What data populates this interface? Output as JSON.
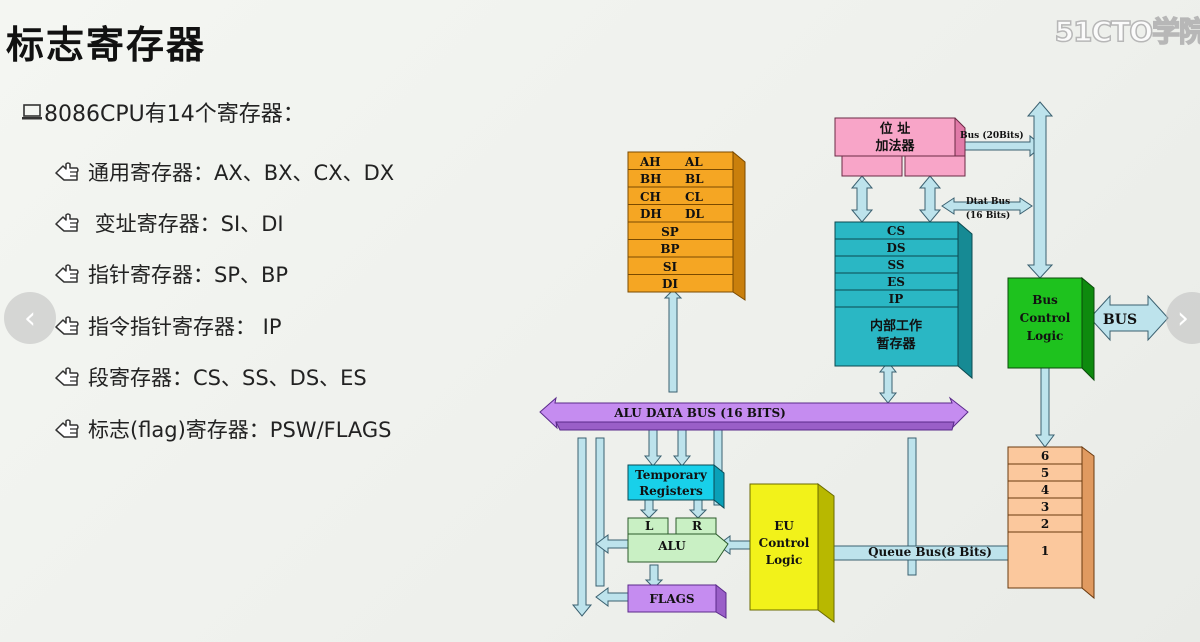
{
  "title": "标志寄存器",
  "watermark": "51CTO学院",
  "heading": "8086CPU有14个寄存器：",
  "items": [
    "通用寄存器：AX、BX、CX、DX",
    " 变址寄存器：SI、DI",
    "指针寄存器：SP、BP",
    "指令指针寄存器： IP",
    "段寄存器：CS、SS、DS、ES",
    "标志(flag)寄存器：PSW/FLAGS"
  ],
  "diagram": {
    "gp_rows": [
      [
        "AH",
        "AL"
      ],
      [
        "BH",
        "BL"
      ],
      [
        "CH",
        "CL"
      ],
      [
        "DH",
        "DL"
      ]
    ],
    "pointer_regs": [
      "SP",
      "BP",
      "SI",
      "DI"
    ],
    "addr_adder": [
      "位  址",
      "加法器"
    ],
    "bus_20": "Bus (20Bits)",
    "data_bus": [
      "Dtat Bus",
      "(16 Bits)"
    ],
    "seg_regs": [
      "CS",
      "DS",
      "SS",
      "ES",
      "IP"
    ],
    "internal_temp": [
      "内部工作",
      "暂存器"
    ],
    "bus_control": [
      "Bus",
      "Control",
      "Logic"
    ],
    "bus_label": "BUS",
    "alu_bus": "ALU DATA BUS (16 BITS)",
    "temp_regs": [
      "Temporary",
      "Registers"
    ],
    "alu_l": "L",
    "alu_r": "R",
    "alu": "ALU",
    "flags": "FLAGS",
    "eu_control": [
      "EU",
      "Control",
      "Logic"
    ],
    "queue_bus": "Queue  Bus(8 Bits)",
    "queue": [
      "6",
      "5",
      "4",
      "3",
      "2",
      "1"
    ]
  },
  "colors": {
    "gp": "#f5a623",
    "addr": "#f8a5c8",
    "seg": "#2ab7c4",
    "bus_ctl": "#1ec21e",
    "alu_bus": "#c58cf0",
    "temp": "#18d0ea",
    "alu": "#c9f0c4",
    "flags": "#c58cf0",
    "eu": "#f2f21a",
    "queue": "#fbc89d",
    "arrow": "#bde3ec"
  }
}
